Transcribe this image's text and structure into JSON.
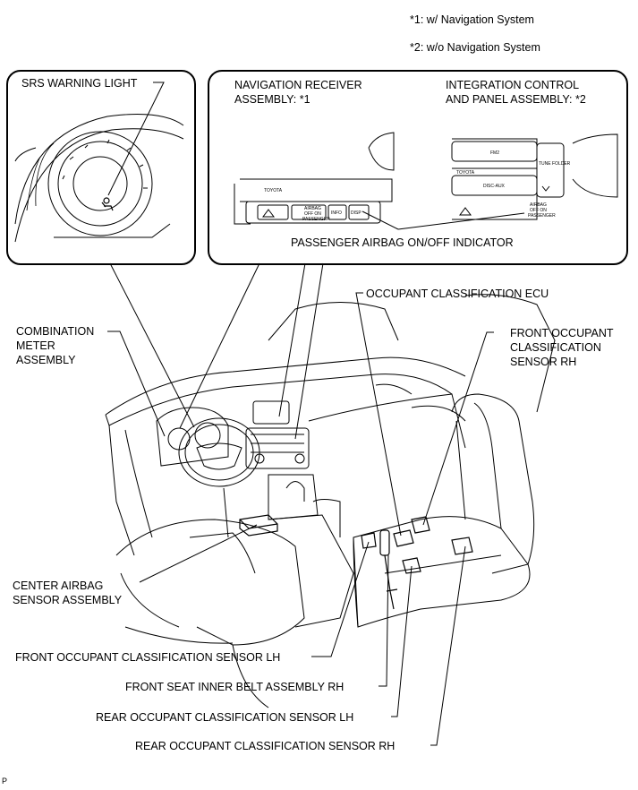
{
  "notes": {
    "note1": "*1: w/ Navigation System",
    "note2": "*2: w/o Navigation System"
  },
  "callouts": {
    "srs_warning_light": "SRS WARNING LIGHT",
    "nav_receiver": [
      "NAVIGATION RECEIVER",
      "ASSEMBLY: *1"
    ],
    "integration_panel": [
      "INTEGRATION CONTROL",
      "AND PANEL ASSEMBLY: *2"
    ],
    "passenger_indicator": "PASSENGER AIRBAG ON/OFF INDICATOR",
    "occupant_ecu": "OCCUPANT CLASSIFICATION ECU",
    "combination_meter": [
      "COMBINATION",
      "METER",
      "ASSEMBLY"
    ],
    "front_occ_sensor_rh": [
      "FRONT OCCUPANT",
      "CLASSIFICATION",
      "SENSOR RH"
    ],
    "center_airbag": [
      "CENTER AIRBAG",
      "SENSOR ASSEMBLY"
    ],
    "front_occ_sensor_lh": "FRONT OCCUPANT CLASSIFICATION SENSOR LH",
    "front_seat_belt_rh": "FRONT SEAT INNER BELT ASSEMBLY RH",
    "rear_occ_sensor_lh": "REAR OCCUPANT CLASSIFICATION SENSOR LH",
    "rear_occ_sensor_rh": "REAR OCCUPANT CLASSIFICATION SENSOR RH"
  },
  "panel_text": {
    "toyota": "TOYOTA",
    "info": "INFO",
    "disp": "DISP",
    "airbag": "AIRBAG",
    "off_on": "OFF ON",
    "passenger": "PASSENGER",
    "fm2": "FM2",
    "disc_aux": "DISC-AUX",
    "tune_folder": "TUNE FOLDER"
  },
  "corner_mark": "P"
}
